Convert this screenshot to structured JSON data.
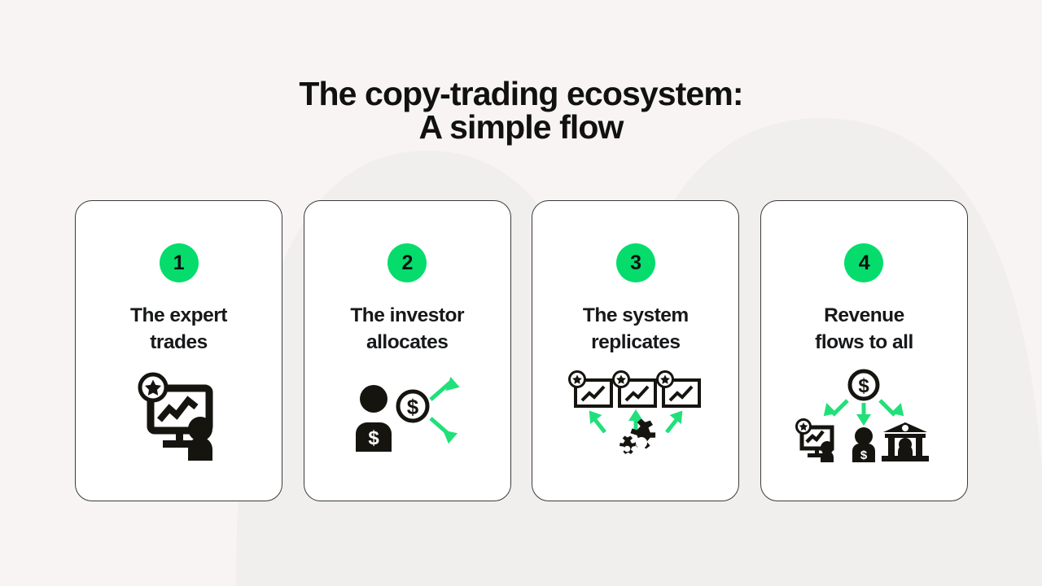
{
  "theme": {
    "background": "#f8f4f4",
    "blob": "#f1efee",
    "card_bg": "#ffffff",
    "card_border": "#3b3b3b",
    "accent_green": "#05dc6c",
    "arrow_green": "#20e07a",
    "ink": "#111111",
    "heading_ink": "#17181a"
  },
  "header": {
    "title_line1": "The copy-trading ecosystem:",
    "title_line2": "A simple flow",
    "title": "The copy-trading ecosystem:\nA simple flow"
  },
  "cards": [
    {
      "number": "1",
      "heading_line1": "The expert",
      "heading_line2": "trades",
      "heading": "The expert\ntrades",
      "art_name": "expert-trader-monitor-icon",
      "art_elements": [
        "star-badge-icon",
        "monitor-chart-icon",
        "person-icon"
      ]
    },
    {
      "number": "2",
      "heading_line1": "The investor",
      "heading_line2": "allocates",
      "heading": "The investor\nallocates",
      "art_name": "investor-allocation-icon",
      "art_elements": [
        "investor-person-dollar-icon",
        "dollar-coin-icon",
        "arrow-up-right-icon",
        "arrow-down-right-icon"
      ]
    },
    {
      "number": "3",
      "heading_line1": "The system",
      "heading_line2": "replicates",
      "heading": "The system\nreplicates",
      "art_name": "system-replication-icon",
      "art_elements": [
        "chart-star-card-icon",
        "chart-star-card-icon",
        "chart-star-card-icon",
        "arrow-up-left-icon",
        "arrow-up-icon",
        "arrow-up-right-icon",
        "gears-icon"
      ]
    },
    {
      "number": "4",
      "heading_line1": "Revenue",
      "heading_line2": "flows to all",
      "heading": "Revenue\nflows to all",
      "art_name": "revenue-distribution-icon",
      "art_elements": [
        "dollar-coin-icon",
        "arrow-down-left-icon",
        "arrow-down-icon",
        "arrow-down-right-icon",
        "expert-trader-monitor-icon",
        "investor-person-dollar-icon",
        "bank-building-icon"
      ]
    }
  ]
}
